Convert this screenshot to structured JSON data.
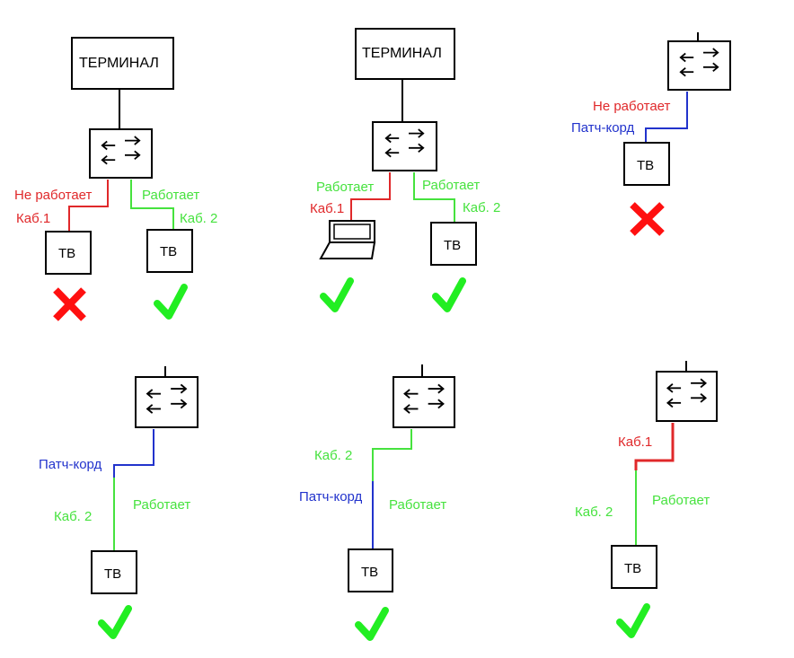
{
  "colors": {
    "red": "#e0282a",
    "green": "#46e23e",
    "blue": "#2233cc",
    "black": "#000000",
    "check": "#22ee22",
    "cross": "#ff1010"
  },
  "labels": {
    "terminal": "ТЕРМИНАЛ",
    "tv": "ТВ",
    "not_working": "Не работает",
    "working": "Работает",
    "cab1": "Каб.1",
    "cab2": "Каб. 2",
    "patch": "Патч-корд"
  },
  "scenarios": [
    {
      "id": 1,
      "results": [
        "fail",
        "ok"
      ]
    },
    {
      "id": 2,
      "results": [
        "ok",
        "ok"
      ]
    },
    {
      "id": 3,
      "results": [
        "fail"
      ]
    },
    {
      "id": 4,
      "results": [
        "ok"
      ]
    },
    {
      "id": 5,
      "results": [
        "ok"
      ]
    },
    {
      "id": 6,
      "results": [
        "ok"
      ]
    }
  ]
}
